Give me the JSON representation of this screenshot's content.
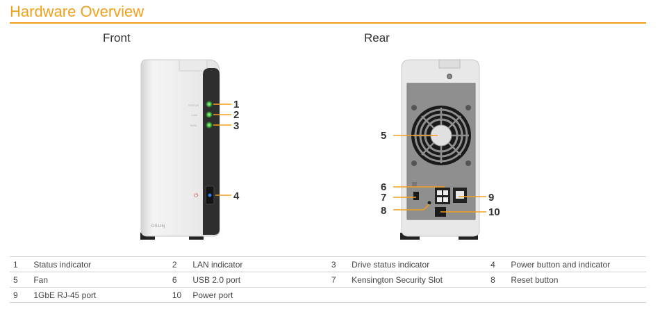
{
  "title": "Hardware Overview",
  "sections": {
    "front": "Front",
    "rear": "Rear"
  },
  "device_label": "DS115j",
  "front_led_labels": [
    "STATUS",
    "LAN",
    "DISK"
  ],
  "callouts": [
    "1",
    "2",
    "3",
    "4",
    "5",
    "6",
    "7",
    "8",
    "9",
    "10"
  ],
  "legend": [
    [
      {
        "num": "1",
        "label": "Status indicator"
      },
      {
        "num": "2",
        "label": "LAN indicator"
      },
      {
        "num": "3",
        "label": "Drive status indicator"
      },
      {
        "num": "4",
        "label": "Power button and indicator"
      }
    ],
    [
      {
        "num": "5",
        "label": "Fan"
      },
      {
        "num": "6",
        "label": "USB 2.0 port"
      },
      {
        "num": "7",
        "label": "Kensington Security Slot"
      },
      {
        "num": "8",
        "label": "Reset button"
      }
    ],
    [
      {
        "num": "9",
        "label": "1GbE RJ-45 port"
      },
      {
        "num": "10",
        "label": "Power port"
      },
      {
        "num": "",
        "label": ""
      },
      {
        "num": "",
        "label": ""
      }
    ]
  ],
  "colors": {
    "accent": "#f0a01e",
    "led": "#3ec63e",
    "power_led": "#2a7de1"
  }
}
